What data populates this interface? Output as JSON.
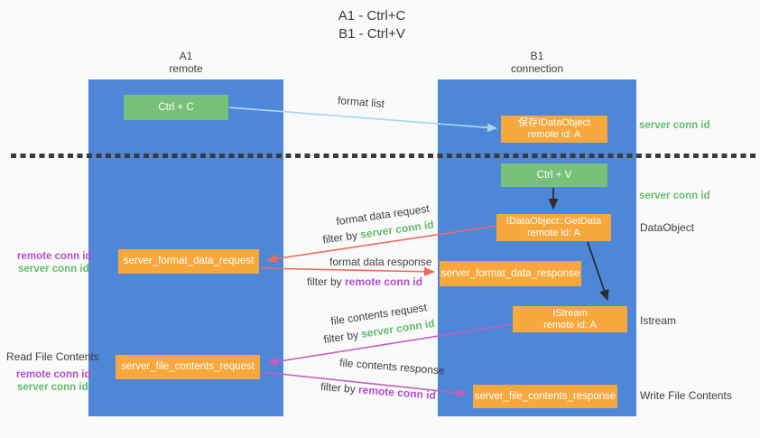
{
  "title": {
    "line1": "A1 - Ctrl+C",
    "line2": "B1 - Ctrl+V"
  },
  "columns": {
    "a": {
      "name": "A1",
      "subtitle": "remote"
    },
    "b": {
      "name": "B1",
      "subtitle": "connection"
    }
  },
  "boxes": {
    "ctrl_c": "Ctrl + C",
    "ctrl_v": "Ctrl + V",
    "save_idataobject": {
      "line1": "保存IDataObject",
      "line2": "remote id: A"
    },
    "getdata": {
      "line1": "IDataObject::GetData",
      "line2": "remote id: A"
    },
    "istream": {
      "line1": "IStream",
      "line2": "remote id: A"
    },
    "format_request": "server_format_data_request",
    "format_response": "server_format_data_response",
    "file_request": "server_file_contents_request",
    "file_response": "server_file_contents_response"
  },
  "arrow_labels": {
    "format_list": "format list",
    "format_data_request": "format data request",
    "format_data_response": "format data response",
    "file_contents_request": "file contents request",
    "file_contents_response": "file contents response",
    "filter_by": "filter by ",
    "server_conn_id": "server conn id",
    "remote_conn_id": "remote conn id"
  },
  "side_labels": {
    "left": {
      "remote_conn_id": "remote conn id",
      "server_conn_id": "server conn id",
      "read_file_contents": "Read File Contents"
    },
    "right": [
      "server conn id",
      "server conn id",
      "DataObject",
      "Istream",
      "Write File Contents"
    ]
  },
  "colors": {
    "column_blue": "#4e86d8",
    "green_box": "#77c17a",
    "orange_box": "#f7a83d",
    "arrow_light_blue": "#a9d5f5",
    "arrow_red": "#ed6a5f",
    "arrow_magenta": "#c45ec0",
    "arrow_black": "#2d2d2d",
    "text_green": "#62bd6a",
    "text_purple": "#b14fc8",
    "background": "#fafafa"
  }
}
